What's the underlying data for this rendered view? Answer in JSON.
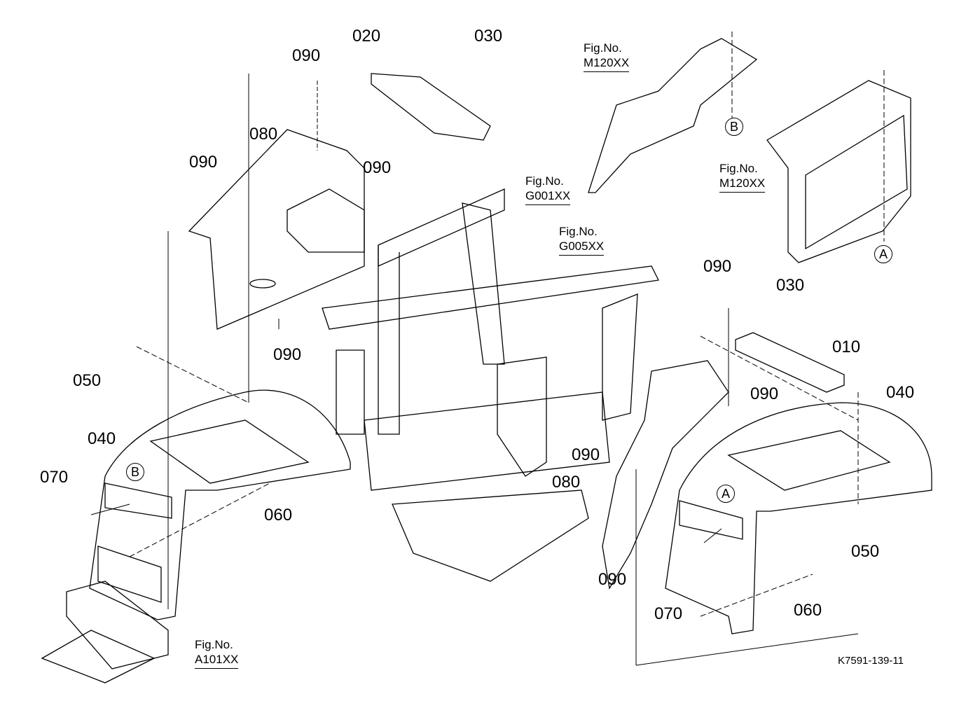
{
  "diagram": {
    "drawing_number": "K7591-139-11",
    "part_labels": [
      {
        "id": "p020",
        "text": "020"
      },
      {
        "id": "p030a",
        "text": "030"
      },
      {
        "id": "p090a",
        "text": "090"
      },
      {
        "id": "p080a",
        "text": "080"
      },
      {
        "id": "p090b",
        "text": "090"
      },
      {
        "id": "p090c",
        "text": "090"
      },
      {
        "id": "p090d",
        "text": "090"
      },
      {
        "id": "p050a",
        "text": "050"
      },
      {
        "id": "p040a",
        "text": "040"
      },
      {
        "id": "p070a",
        "text": "070"
      },
      {
        "id": "p060a",
        "text": "060"
      },
      {
        "id": "p090e",
        "text": "090"
      },
      {
        "id": "p030b",
        "text": "030"
      },
      {
        "id": "p010",
        "text": "010"
      },
      {
        "id": "p090f",
        "text": "090"
      },
      {
        "id": "p040b",
        "text": "040"
      },
      {
        "id": "p090g",
        "text": "090"
      },
      {
        "id": "p080b",
        "text": "080"
      },
      {
        "id": "p050b",
        "text": "050"
      },
      {
        "id": "p090h",
        "text": "090"
      },
      {
        "id": "p070b",
        "text": "070"
      },
      {
        "id": "p060b",
        "text": "060"
      }
    ],
    "figure_refs": [
      {
        "prefix": "Fig.No.",
        "code": "M120XX"
      },
      {
        "prefix": "Fig.No.",
        "code": "M120XX"
      },
      {
        "prefix": "Fig.No.",
        "code": "G001XX"
      },
      {
        "prefix": "Fig.No.",
        "code": "G005XX"
      },
      {
        "prefix": "Fig.No.",
        "code": "A101XX"
      }
    ],
    "callouts": [
      "A",
      "B",
      "B",
      "A"
    ]
  }
}
